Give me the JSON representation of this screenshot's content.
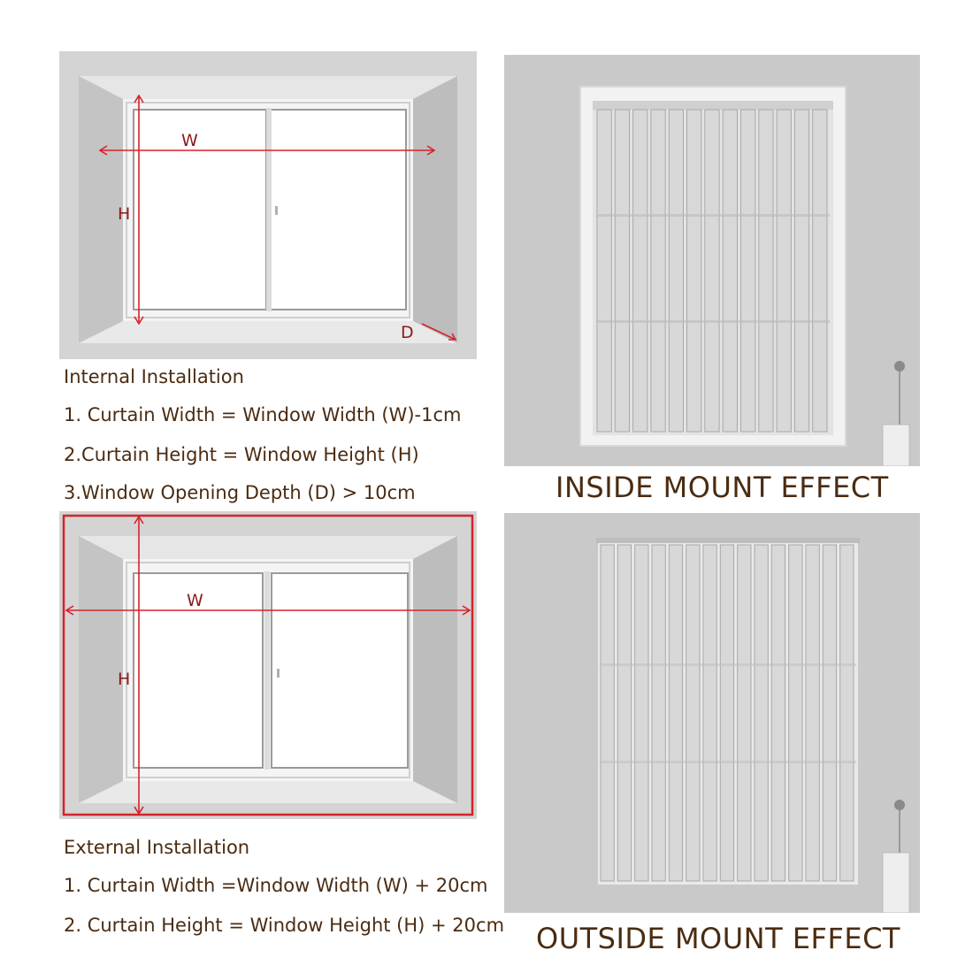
{
  "internal": {
    "title": "Internal Installation",
    "lines": [
      "1. Curtain Width = Window Width (W)-1cm",
      "2.Curtain Height = Window Height (H)",
      "3.Window Opening Depth (D) > 10cm"
    ],
    "labels": {
      "w": "W",
      "h": "H",
      "d": "D"
    }
  },
  "external": {
    "title": "External Installation",
    "lines": [
      "1. Curtain Width =Window Width (W) + 20cm",
      "2. Curtain Height = Window Height (H) + 20cm"
    ],
    "labels": {
      "w": "W",
      "h": "H"
    }
  },
  "effects": {
    "inside": "INSIDE MOUNT EFFECT",
    "outside": "OUTSIDE MOUNT EFFECT"
  },
  "colors": {
    "text": "#4a2c12",
    "measure": "#d6222a",
    "label": "#8b1a1a"
  }
}
